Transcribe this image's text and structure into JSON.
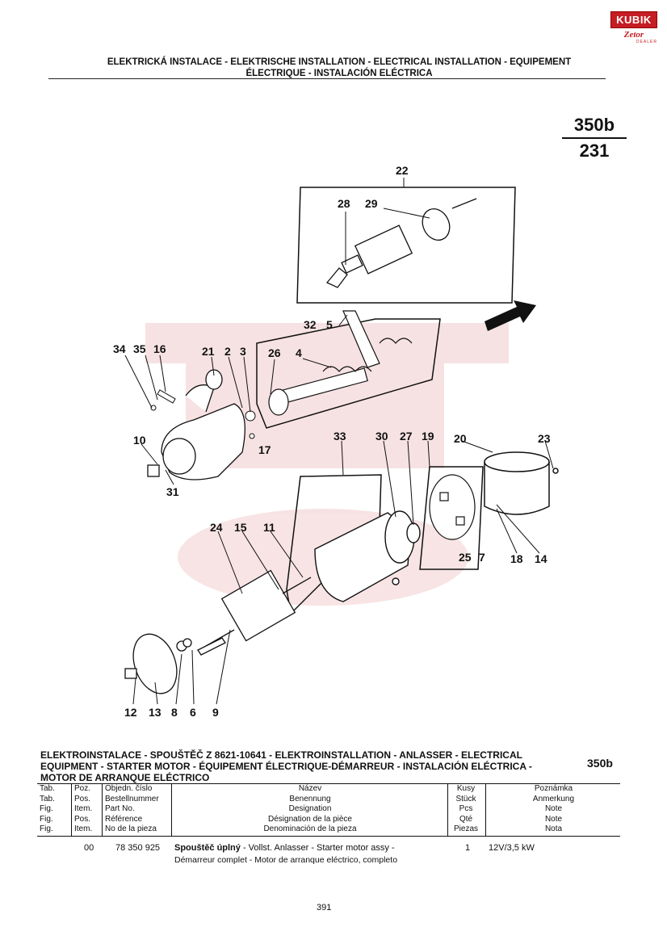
{
  "logo": {
    "brand": "KUBIK",
    "sub": "Zetor",
    "small": "DEALER"
  },
  "header": {
    "line1": "ELEKTRICKÁ INSTALACE - ELEKTRISCHE INSTALLATION - ELECTRICAL INSTALLATION - EQUIPEMENT",
    "line2": "ÉLECTRIQUE - INSTALACIÓN ELÉCTRICA"
  },
  "code": {
    "top": "350b",
    "bottom": "231"
  },
  "callouts": [
    "22",
    "28",
    "29",
    "32",
    "5",
    "34",
    "35",
    "16",
    "21",
    "2",
    "3",
    "26",
    "4",
    "10",
    "17",
    "31",
    "33",
    "30",
    "27",
    "19",
    "20",
    "23",
    "24",
    "15",
    "11",
    "25",
    "7",
    "18",
    "14",
    "12",
    "13",
    "8",
    "6",
    "9"
  ],
  "section_title": {
    "line1": "ELEKTROINSTALACE - SPOUŠTĚČ Z 8621-10641 - ELEKTROINSTALLATION - ANLASSER - ELECTRICAL",
    "line2": "EQUIPMENT - STARTER MOTOR - ÉQUIPEMENT ÉLECTRIQUE-DÉMARREUR - INSTALACIÓN ELÉCTRICA -",
    "line3": "MOTOR DE ARRANQUE ELÉCTRICO",
    "code": "350b"
  },
  "table": {
    "tab": [
      "Tab.",
      "Tab.",
      "Fig.",
      "Fig.",
      "Fig."
    ],
    "poz": [
      "Poz.",
      "Pos.",
      "Item.",
      "Pos.",
      "Item."
    ],
    "part": [
      "Objedn. číslo",
      "Bestellnummer",
      "Part No.",
      "Référence",
      "No de la pieza"
    ],
    "name": [
      "Název",
      "Benennung",
      "Designation",
      "Désignation de la pièce",
      "Denominación de la pieza"
    ],
    "qty": [
      "Kusy",
      "Stück",
      "Pcs",
      "Qté",
      "Piezas"
    ],
    "note": [
      "Poznámka",
      "Anmerkung",
      "Note",
      "Note",
      "Nota"
    ]
  },
  "row": {
    "pos": "00",
    "part_no": "78 350 925",
    "name_bold": "Spouštěč úplný",
    "name_rest": " - Vollst. Anlasser - Starter motor assy -",
    "name_line2": "Démarreur complet - Motor de arranque eléctrico, completo",
    "qty": "1",
    "note": "12V/3,5 kW"
  },
  "page_number": "391"
}
